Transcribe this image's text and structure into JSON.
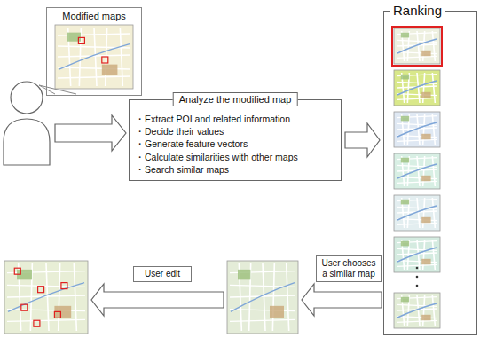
{
  "diagram": {
    "nodes": [
      {
        "text": [
          "Modified maps"
        ]
      },
      {
        "text": [
          "Analyze the modified map",
          "・Extract POI and related information",
          "・Decide their values",
          "・Generate feature vectors",
          "・Calculate similarities with other maps",
          "・Search similar maps"
        ]
      },
      {
        "text": [
          "Ranking"
        ]
      }
    ],
    "edges": [
      {
        "from": 1,
        "to": 2,
        "arrow": "to"
      }
    ],
    "labels": [
      "User edit",
      "User chooses a similar map"
    ]
  }
}
